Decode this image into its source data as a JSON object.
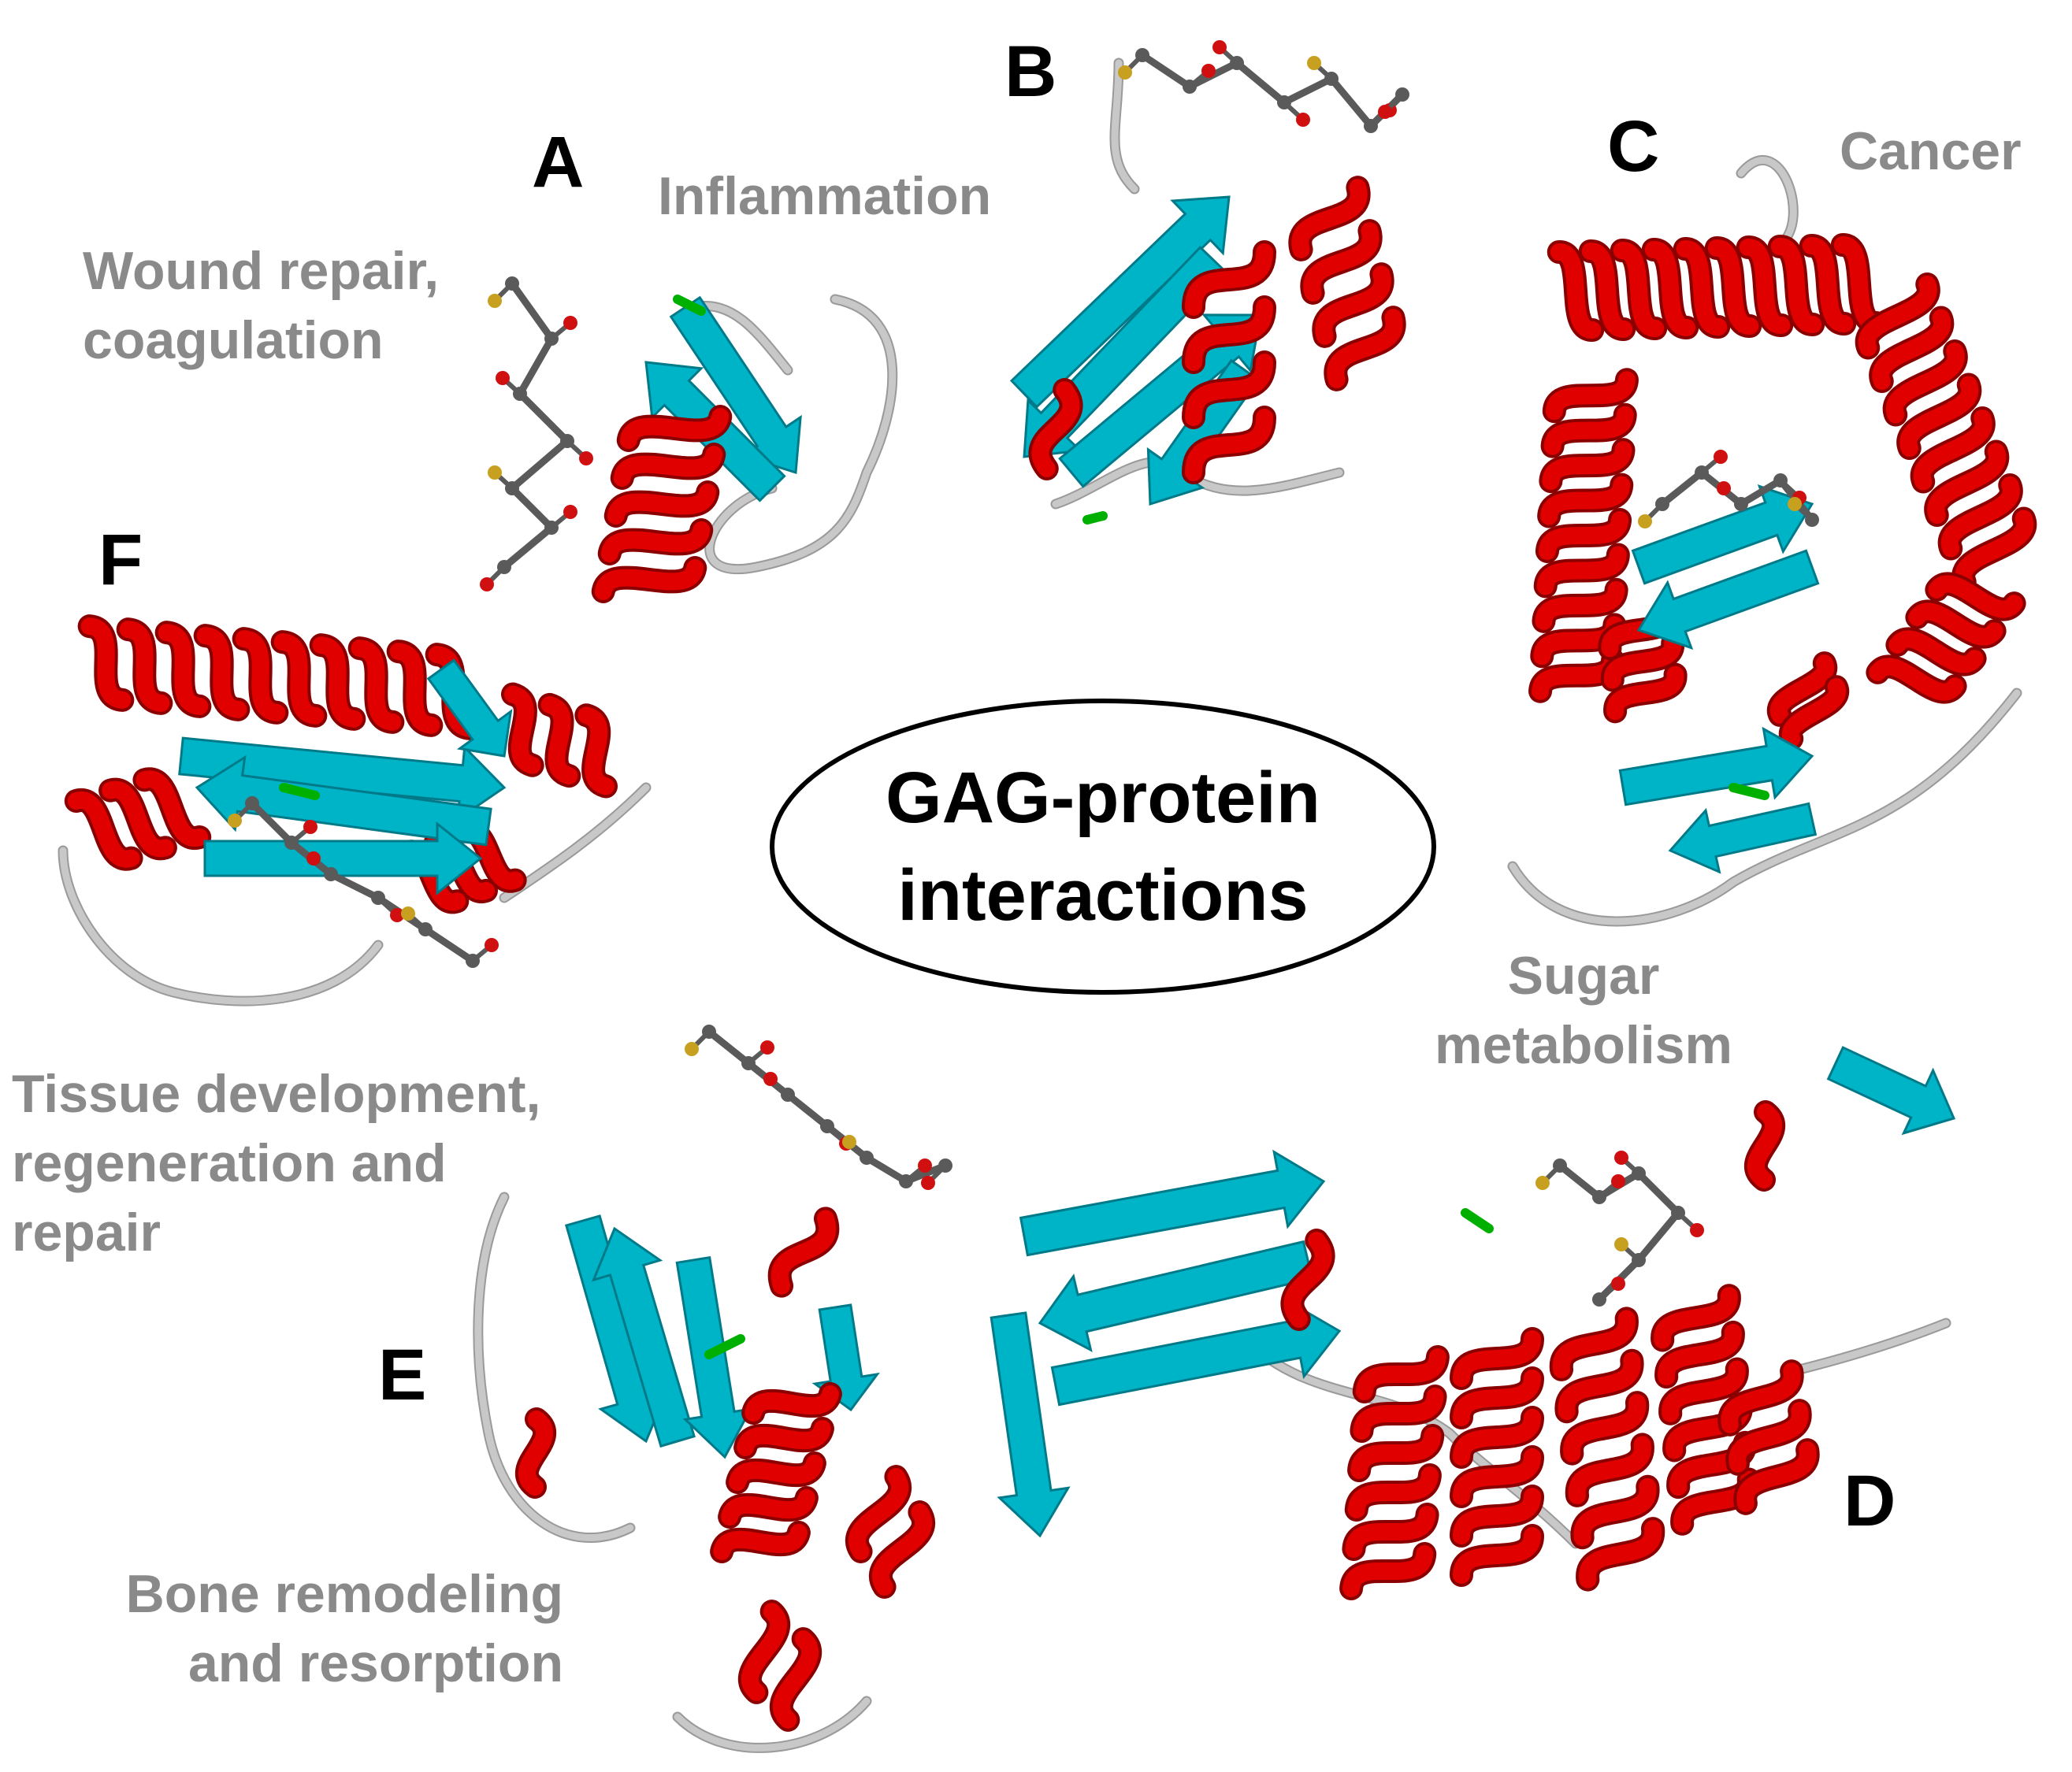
{
  "center": {
    "line1": "GAG-protein",
    "line2": "interactions"
  },
  "panels": [
    {
      "letter": "A",
      "caption": [
        "Wound repair,",
        "coagulation"
      ]
    },
    {
      "letter": "B",
      "caption": [
        "Inflammation"
      ]
    },
    {
      "letter": "C",
      "caption": [
        "Cancer"
      ]
    },
    {
      "letter": "D",
      "caption": [
        "Sugar",
        "metabolism"
      ]
    },
    {
      "letter": "E",
      "caption": [
        "Bone remodeling",
        "and resorption"
      ]
    },
    {
      "letter": "F",
      "caption": [
        "Tissue development,",
        "regeneration and",
        "repair"
      ]
    }
  ],
  "colors": {
    "helix": "#e00000",
    "strand": "#00b4c8",
    "turn": "#00b000",
    "coil": "#c8c8c8",
    "ligand_carbon": "#5a5a5a",
    "ligand_oxygen": "#d01010",
    "ligand_sulfur": "#c8a020",
    "caption": "#8a8a8a"
  }
}
